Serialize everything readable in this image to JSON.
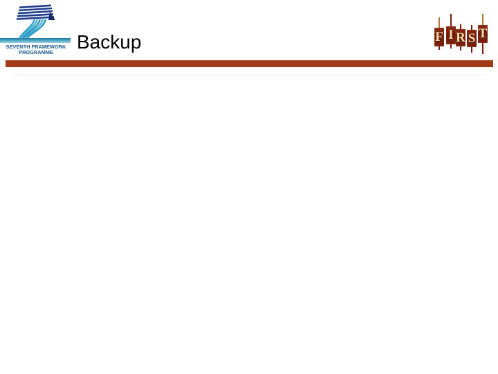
{
  "slide": {
    "title": "Backup",
    "background_color": "#FFFFFF"
  },
  "header": {
    "divider_color": "#A23C18"
  },
  "fp7_logo": {
    "alt": "Seventh Framework Programme logo",
    "line1": "SEVENTH FRAMEWORK",
    "line2": "PROGRAMME",
    "colors": {
      "navy": "#1E3C8C",
      "navy_dark": "#142B66",
      "cyan": "#2FA3C9",
      "cyan_light": "#6FC4DE",
      "text_blue": "#1E5C94"
    }
  },
  "first_logo": {
    "word": "FIRST",
    "letters": [
      "F",
      "I",
      "R",
      "S",
      "T"
    ],
    "colors": {
      "candle_body": "#701C0C",
      "letter_cream": "#F0DCA4",
      "wick_dark": "#7A200F",
      "wick_amber": "#A87C30"
    }
  }
}
